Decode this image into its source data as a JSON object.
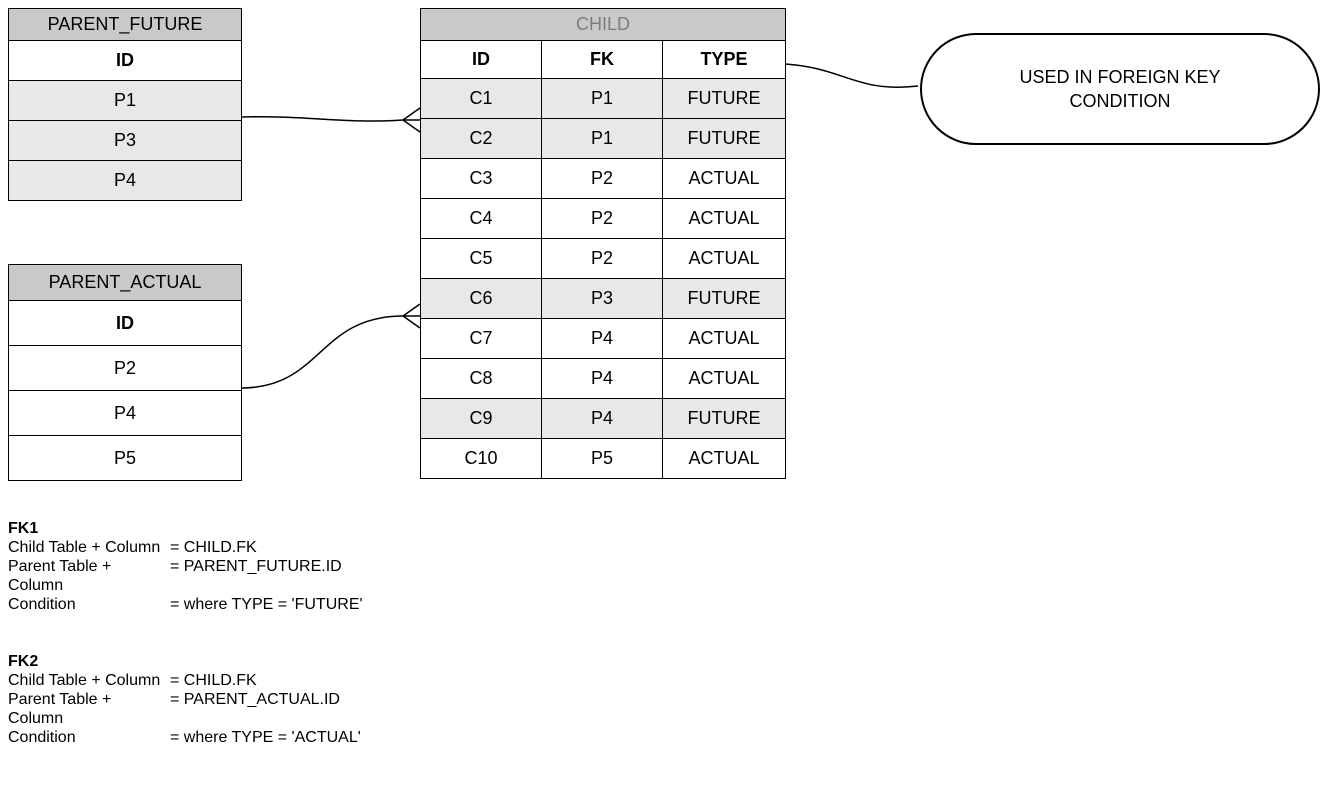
{
  "diagram": {
    "parent_future": {
      "title": "PARENT_FUTURE",
      "column_header": "ID",
      "rows": [
        "P1",
        "P3",
        "P4"
      ]
    },
    "parent_actual": {
      "title": "PARENT_ACTUAL",
      "column_header": "ID",
      "rows": [
        "P2",
        "P4",
        "P5"
      ]
    },
    "child": {
      "title": "CHILD",
      "column_headers": [
        "ID",
        "FK",
        "TYPE"
      ],
      "rows": [
        [
          "C1",
          "P1",
          "FUTURE"
        ],
        [
          "C2",
          "P1",
          "FUTURE"
        ],
        [
          "C3",
          "P2",
          "ACTUAL"
        ],
        [
          "C4",
          "P2",
          "ACTUAL"
        ],
        [
          "C5",
          "P2",
          "ACTUAL"
        ],
        [
          "C6",
          "P3",
          "FUTURE"
        ],
        [
          "C7",
          "P4",
          "ACTUAL"
        ],
        [
          "C8",
          "P4",
          "ACTUAL"
        ],
        [
          "C9",
          "P4",
          "FUTURE"
        ],
        [
          "C10",
          "P5",
          "ACTUAL"
        ]
      ]
    },
    "callout": {
      "text": "USED IN FOREIGN KEY CONDITION"
    },
    "colors": {
      "table_header_bg": "#c9c9c9",
      "shaded_row_bg": "#e8e8e8",
      "child_title_text": "#7d7d7d",
      "line_and_border": "#000000"
    }
  },
  "fk_notes": [
    {
      "title": "FK1",
      "rows": [
        {
          "label": "Child Table + Column",
          "value": "= CHILD.FK"
        },
        {
          "label": "Parent Table + Column",
          "value": "= PARENT_FUTURE.ID"
        },
        {
          "label": "Condition",
          "value": "= where TYPE = 'FUTURE'"
        }
      ]
    },
    {
      "title": "FK2",
      "rows": [
        {
          "label": "Child Table + Column",
          "value": "= CHILD.FK"
        },
        {
          "label": "Parent Table + Column",
          "value": "= PARENT_ACTUAL.ID"
        },
        {
          "label": "Condition",
          "value": "= where TYPE = 'ACTUAL'"
        }
      ]
    }
  ]
}
